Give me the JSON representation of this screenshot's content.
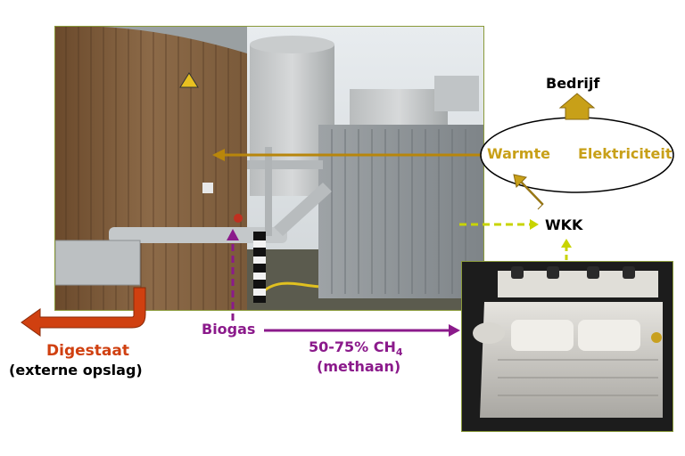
{
  "labels": {
    "bedrijf": "Bedrijf",
    "warmte": "Warmte",
    "elektriciteit": "Elektriciteit",
    "wkk": "WKK",
    "biogas": "Biogas",
    "digestaat": "Digestaat",
    "externe_opslag": "(externe opslag)",
    "ch4_prefix": "50-75% CH",
    "ch4_sub": "4",
    "methaan": "(methaan)"
  },
  "colors": {
    "gold": "#c8a018",
    "gold_arrow": "#b8860b",
    "purple": "#8b1a8b",
    "orange_red": "#d04010",
    "lime": "#c8d400",
    "black": "#000000",
    "frame": "#8a9a3a"
  }
}
